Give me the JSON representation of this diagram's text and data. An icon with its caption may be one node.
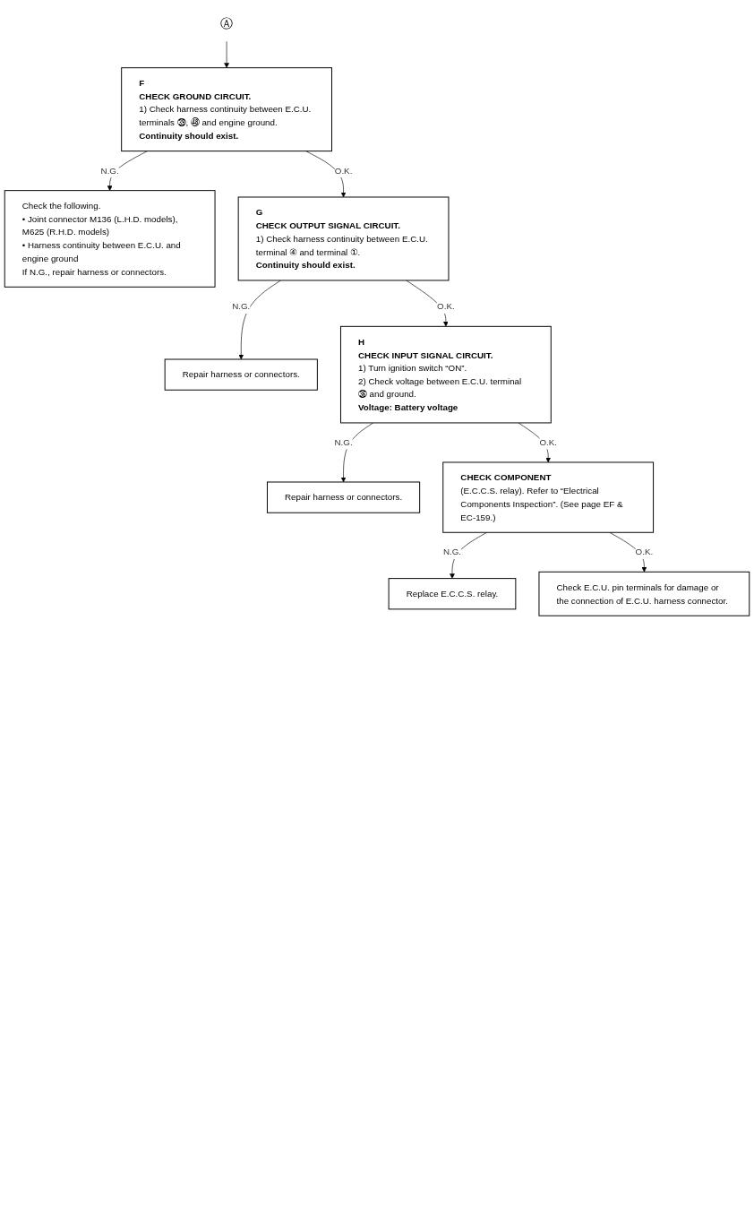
{
  "diagram": {
    "nodes": [
      {
        "text": [
          "Ⓐ"
        ]
      },
      {
        "text": [
          "F",
          "CHECK GROUND CIRCUIT.",
          "1) Check harness continuity between E.C.U. terminals ㊴, ㊽ and engine ground.",
          "Continuity should exist."
        ]
      },
      {
        "text": [
          "Check the following.",
          "• Joint connector M136 (L.H.D. models), M625 (R.H.D. models)",
          "• Harness continuity between E.C.U. and engine ground",
          "If N.G., repair harness or connectors."
        ]
      },
      {
        "text": [
          "G",
          "CHECK OUTPUT SIGNAL CIRCUIT.",
          "1) Check harness continuity between E.C.U. terminal ④ and terminal ①.",
          "Continuity should exist."
        ]
      },
      {
        "text": [
          "Repair harness or connectors."
        ]
      },
      {
        "text": [
          "H",
          "CHECK INPUT SIGNAL CIRCUIT.",
          "1) Turn ignition switch “ON”.",
          "2) Check voltage between E.C.U. terminal ㊱ and ground.",
          "Voltage: Battery voltage"
        ]
      },
      {
        "text": [
          "Repair harness or connectors."
        ]
      },
      {
        "text": [
          "CHECK COMPONENT",
          "(E.C.C.S. relay). Refer to “Electrical Components Inspection”. (See page EF & EC-159.)"
        ]
      },
      {
        "text": [
          "Replace E.C.C.S. relay."
        ]
      },
      {
        "text": [
          "Check E.C.U. pin terminals for damage or the connection of E.C.U. harness connector."
        ]
      }
    ],
    "edges": [
      {
        "from": 0,
        "to": 1,
        "arrow": "to"
      },
      {
        "from": 1,
        "to": 2,
        "arrow": "to",
        "label": "N.G."
      },
      {
        "from": 1,
        "to": 3,
        "arrow": "to",
        "label": "O.K."
      },
      {
        "from": 3,
        "to": 4,
        "arrow": "to",
        "label": "N.G."
      },
      {
        "from": 3,
        "to": 5,
        "arrow": "to",
        "label": "O.K."
      },
      {
        "from": 5,
        "to": 6,
        "arrow": "to",
        "label": "N.G."
      },
      {
        "from": 5,
        "to": 7,
        "arrow": "to",
        "label": "O.K."
      },
      {
        "from": 7,
        "to": 8,
        "arrow": "to",
        "label": "N.G."
      },
      {
        "from": 7,
        "to": 9,
        "arrow": "to",
        "label": "O.K."
      }
    ]
  }
}
